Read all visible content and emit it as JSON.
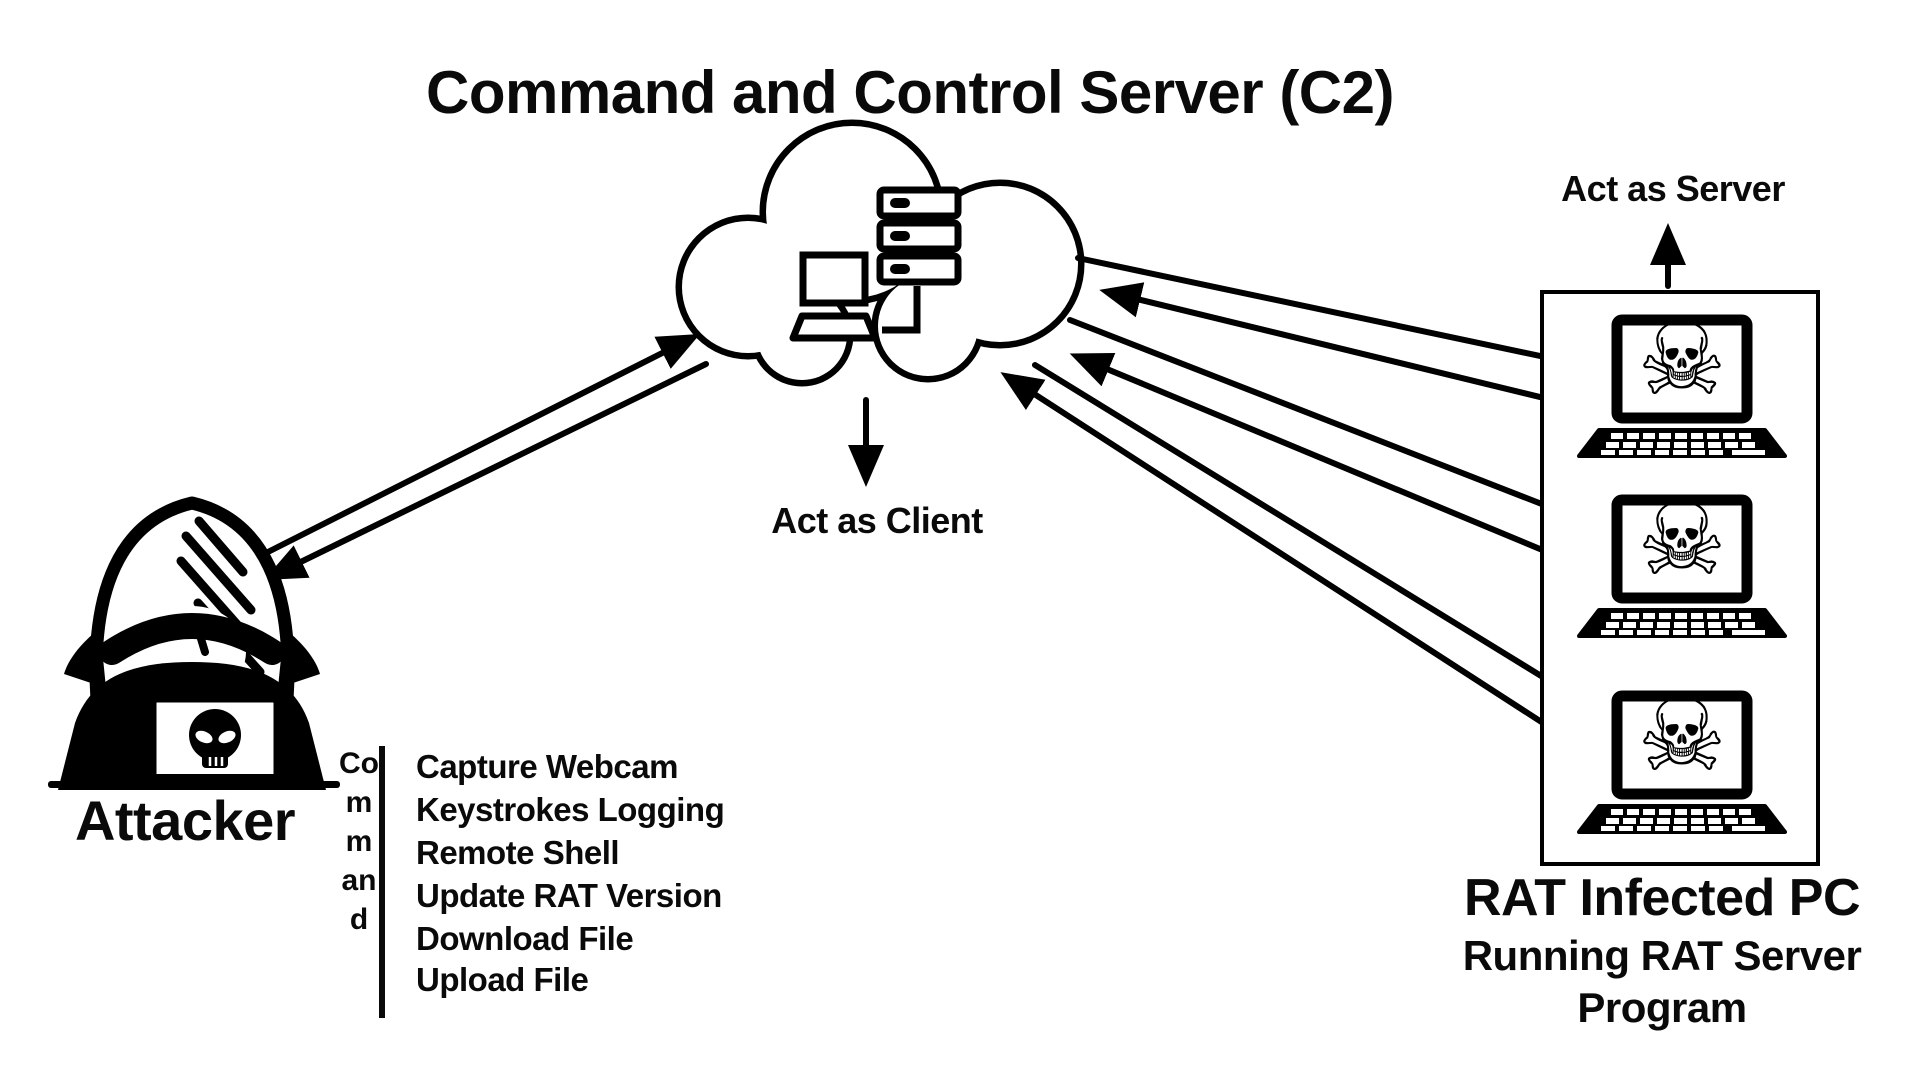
{
  "diagram_title": "Command and Control Server (C2)",
  "c2_cloud": {
    "role_label": "Act as Client"
  },
  "attacker": {
    "label": "Attacker"
  },
  "command_list": {
    "vertical_label": "Command",
    "items": [
      "Capture Webcam",
      "Keystrokes Logging",
      "Remote Shell",
      "Update RAT Version",
      "Download File",
      "Upload File"
    ]
  },
  "infected_pcs": {
    "role_label": "Act as Server",
    "title": "RAT Infected PC",
    "subtitle": "Running RAT Server Program",
    "count": 3
  },
  "icons": {
    "skull_crossbones": "☠"
  },
  "colors": {
    "ink": "#000000",
    "background": "#ffffff"
  }
}
